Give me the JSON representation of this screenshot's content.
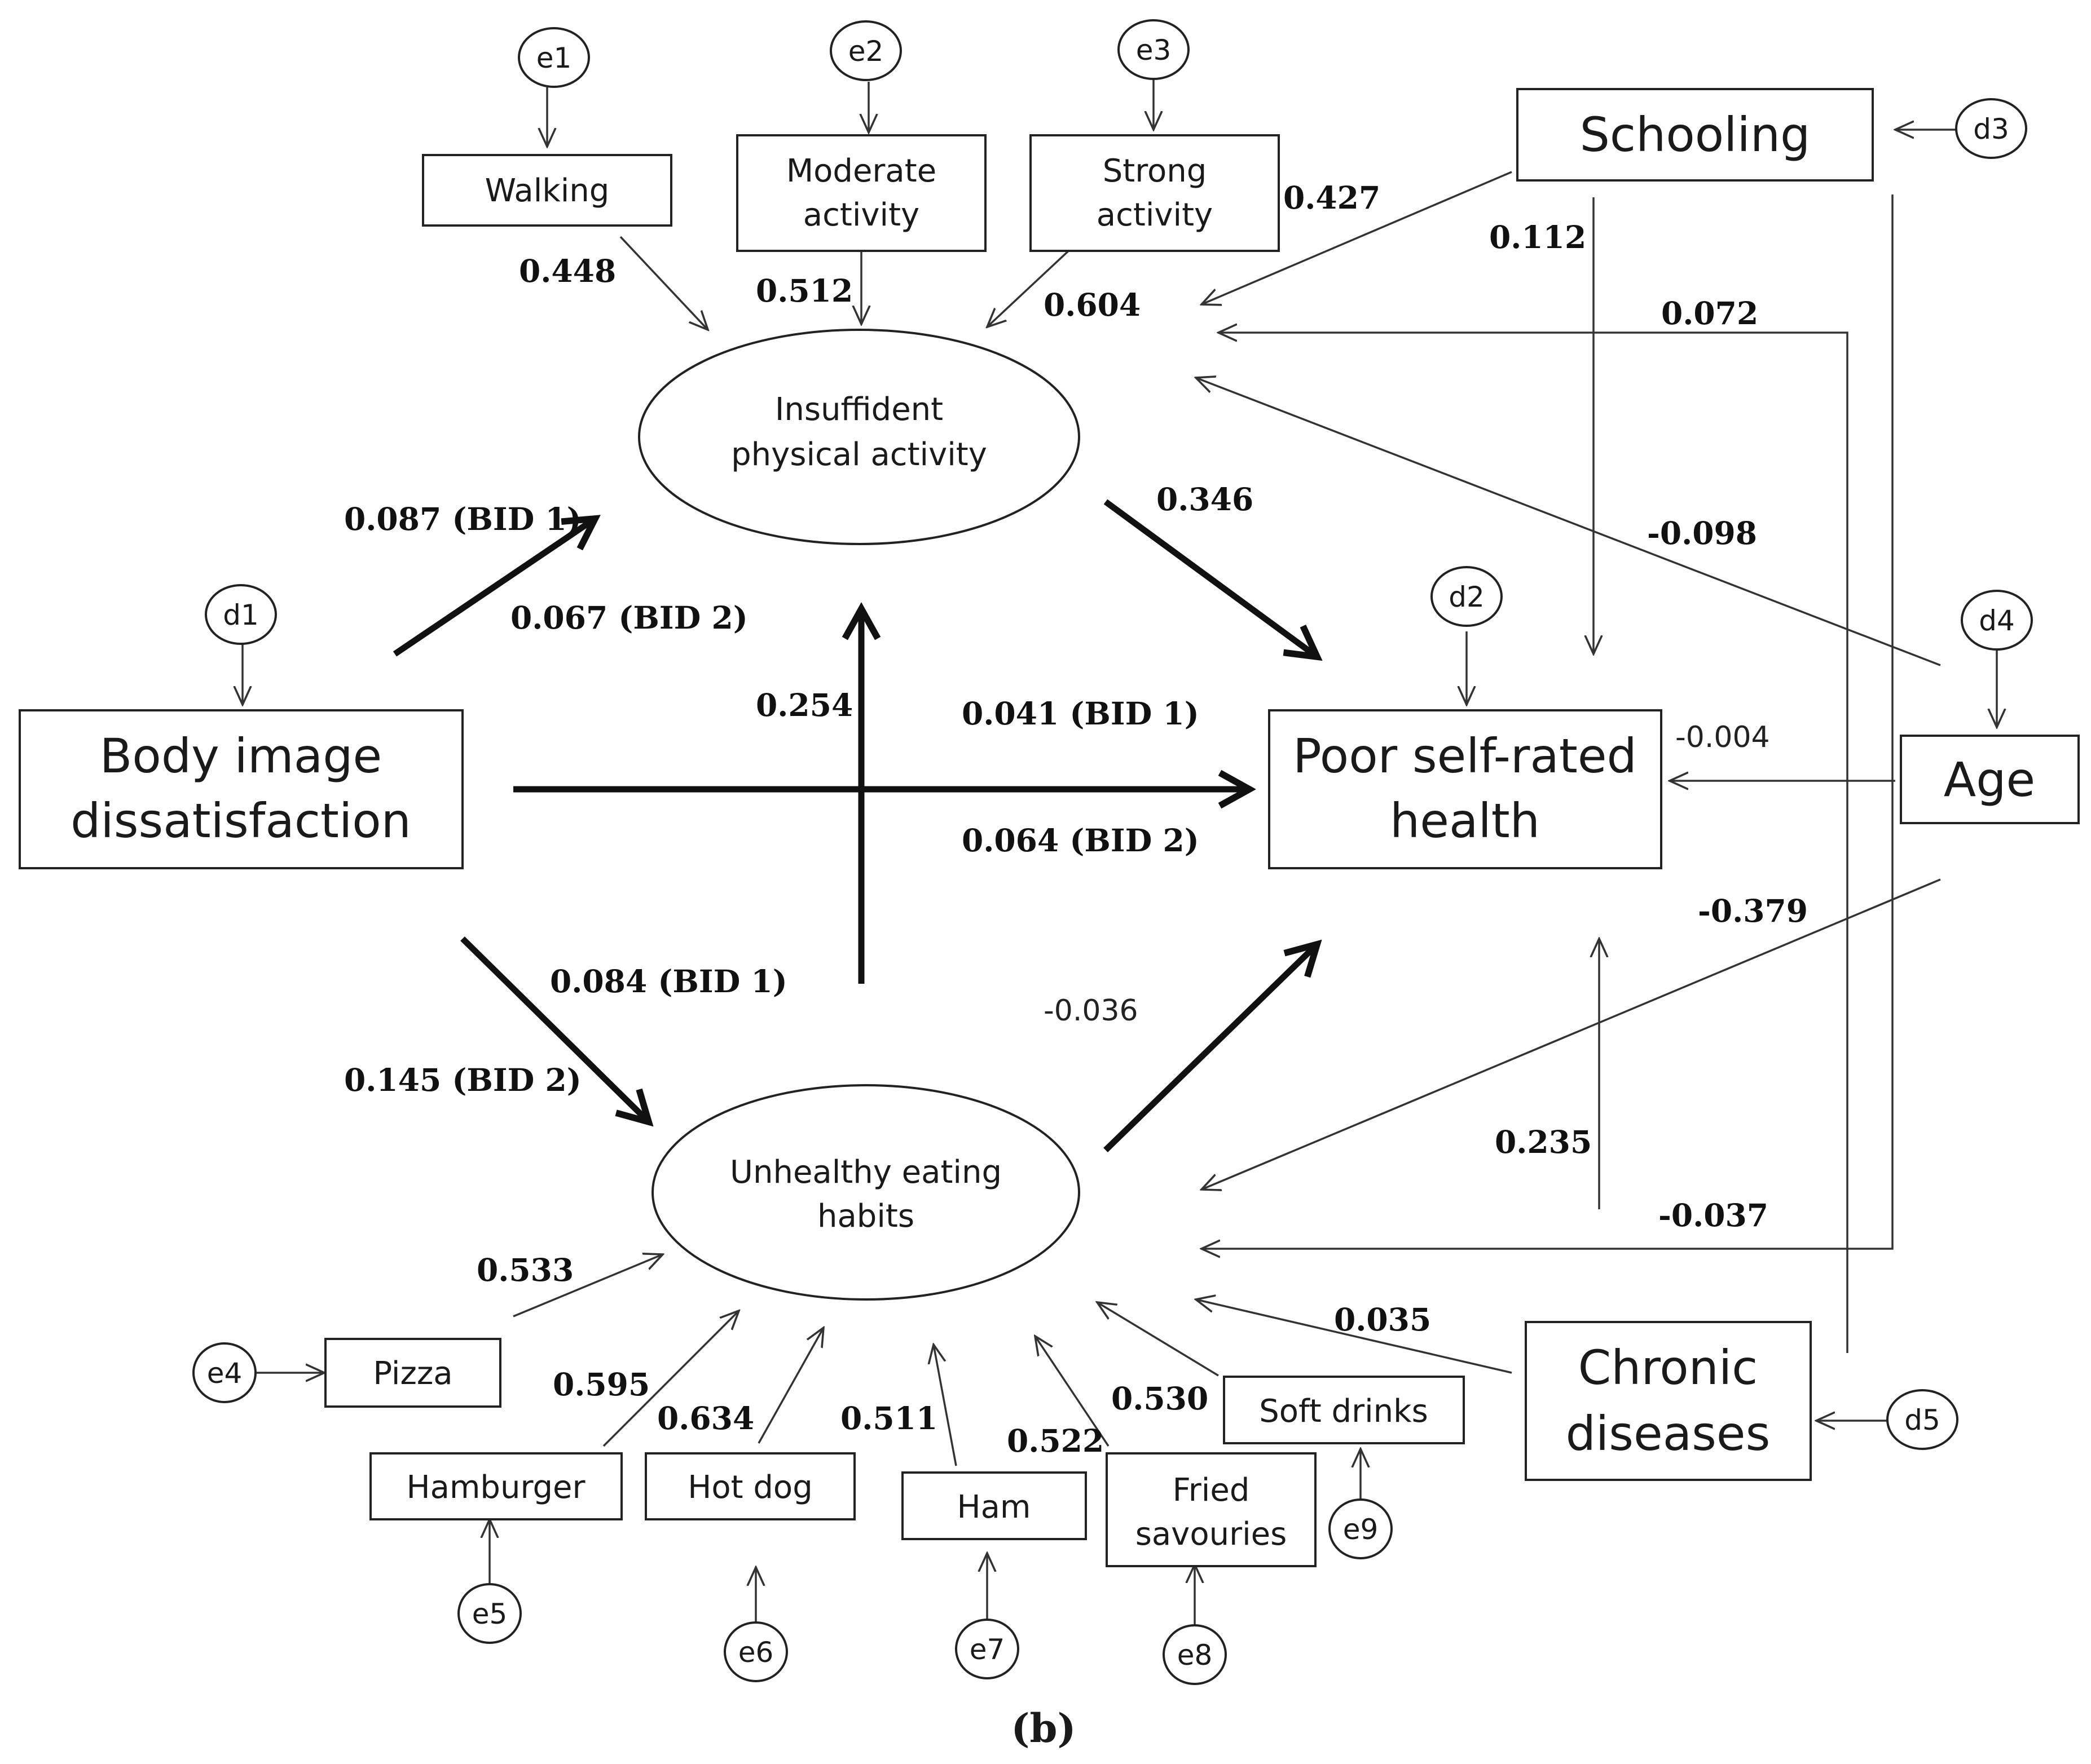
{
  "observed": {
    "walking": "Walking",
    "moderate_activity": [
      "Moderate",
      "activity"
    ],
    "strong_activity": [
      "Strong",
      "activity"
    ],
    "schooling": "Schooling",
    "body_image": [
      "Body image",
      "dissatisfaction"
    ],
    "poor_health": [
      "Poor self-rated",
      "health"
    ],
    "age": "Age",
    "chronic_diseases": [
      "Chronic",
      "diseases"
    ],
    "pizza": "Pizza",
    "hamburger": "Hamburger",
    "hot_dog": "Hot dog",
    "ham": "Ham",
    "fried_savouries": [
      "Fried",
      "savouries"
    ],
    "soft_drinks": "Soft drinks"
  },
  "latent": {
    "insufficient_pa": [
      "Insuffident",
      "physical activity"
    ],
    "unhealthy_eating": [
      "Unhealthy eating",
      "habits"
    ]
  },
  "errors": {
    "e1": "e1",
    "e2": "e2",
    "e3": "e3",
    "e4": "e4",
    "e5": "e5",
    "e6": "e6",
    "e7": "e7",
    "e8": "e8",
    "e9": "e9",
    "d1": "d1",
    "d2": "d2",
    "d3": "d3",
    "d4": "d4",
    "d5": "d5"
  },
  "coefficients": {
    "walking": "0.448",
    "moderate": "0.512",
    "strong": "0.604",
    "schooling_pa": "0.427",
    "schooling_health": "0.112",
    "chronic_pa": "0.072",
    "age_pa": "-0.098",
    "bid_pa_1": "0.087 (BID 1)",
    "bid_pa_2": "0.067 (BID 2)",
    "pa_health": "0.346",
    "eating_pa": "0.254",
    "bid_health_1": "0.041 (BID 1)",
    "bid_health_2": "0.064 (BID 2)",
    "age_health": "-0.004",
    "age_eating": "-0.379",
    "bid_eating_1": "0.084 (BID 1)",
    "bid_eating_2": "0.145 (BID 2)",
    "eating_health": "-0.036",
    "chronic_health": "0.235",
    "schooling_eating": "-0.037",
    "chronic_eating": "0.035",
    "pizza": "0.533",
    "hamburger": "0.595",
    "hot_dog": "0.634",
    "ham": "0.511",
    "fried": "0.522",
    "soft_drinks": "0.530"
  },
  "caption": "(b)"
}
